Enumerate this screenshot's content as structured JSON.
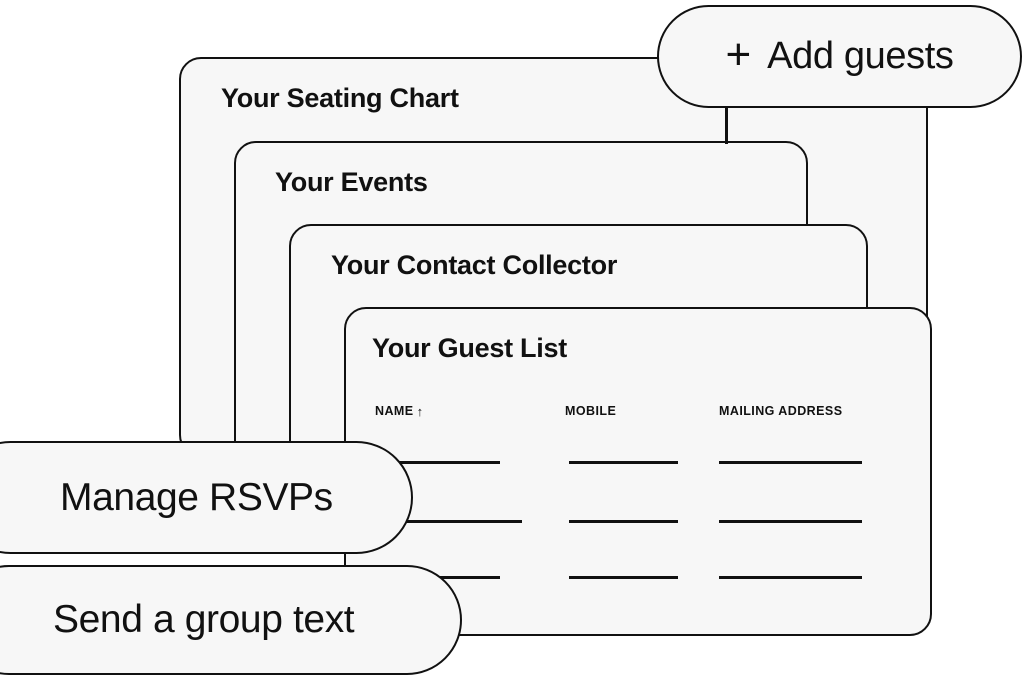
{
  "colors": {
    "page_background": "#ffffff",
    "card_fill": "#f7f7f7",
    "stroke": "#111111",
    "text": "#111111"
  },
  "cards": [
    {
      "id": "seating",
      "title": "Your Seating Chart"
    },
    {
      "id": "events",
      "title": "Your Events"
    },
    {
      "id": "contact",
      "title": "Your Contact Collector"
    },
    {
      "id": "guests",
      "title": "Your Guest List"
    }
  ],
  "guest_list": {
    "title": "Your Guest List",
    "columns": [
      {
        "label": "NAME",
        "sort": "ascending",
        "sort_glyph": "↑"
      },
      {
        "label": "MOBILE",
        "sort": "none"
      },
      {
        "label": "MAILING ADDRESS",
        "sort": "none"
      }
    ],
    "rows": [
      {
        "name": "",
        "mobile": "",
        "mailing_address": ""
      },
      {
        "name": "",
        "mobile": "",
        "mailing_address": ""
      },
      {
        "name": "",
        "mobile": "",
        "mailing_address": ""
      }
    ],
    "row_count": 3
  },
  "pills": [
    {
      "id": "add-guests",
      "label": "Add guests",
      "icon": "plus-icon",
      "icon_glyph": "+"
    },
    {
      "id": "manage-rsvps",
      "label": "Manage RSVPs",
      "icon": null
    },
    {
      "id": "send-text",
      "label": "Send a group text",
      "icon": null
    }
  ]
}
